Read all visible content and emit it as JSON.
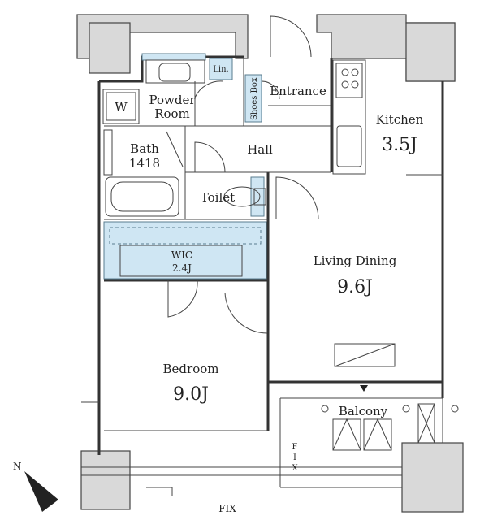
{
  "rooms": {
    "powder_room_line1": "Powder",
    "powder_room_line2": "Room",
    "washer": "W",
    "linen": "Lin.",
    "shoes_box": "Shoes Box",
    "entrance": "Entrance",
    "kitchen": "Kitchen",
    "kitchen_size": "3.5J",
    "bath": "Bath",
    "bath_size": "1418",
    "hall": "Hall",
    "toilet": "Toilet",
    "wic": "WIC",
    "wic_size": "2.4J",
    "living_dining": "Living Dining",
    "living_dining_size": "9.6J",
    "bedroom": "Bedroom",
    "bedroom_size": "9.0J",
    "balcony": "Balcony"
  },
  "labels": {
    "fix_bottom": "FIX",
    "fix_side_f": "F",
    "fix_side_i": "I",
    "fix_side_x": "X",
    "north": "N"
  },
  "colors": {
    "storage_blue": "#cfe6f3",
    "wall_gray": "#d9d9d9"
  }
}
